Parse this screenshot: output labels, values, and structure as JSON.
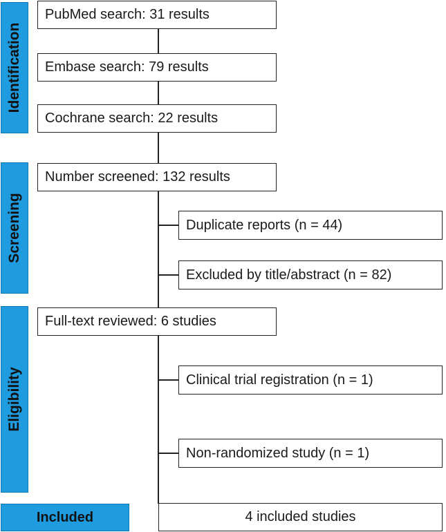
{
  "stages": {
    "identification": "Identification",
    "screening": "Screening",
    "eligibility": "Eligibility",
    "included": "Included"
  },
  "boxes": {
    "pubmed": "PubMed search: 31 results",
    "embase": "Embase search: 79 results",
    "cochrane": "Cochrane search: 22 results",
    "screened": "Number screened: 132 results",
    "duplicates": "Duplicate reports (n = 44)",
    "excluded_title": "Excluded by title/abstract (n = 82)",
    "fulltext": "Full-text reviewed: 6 studies",
    "clinical_trial": "Clinical trial registration (n = 1)",
    "non_randomized": "Non-randomized study (n = 1)",
    "included_studies": "4 included studies"
  },
  "colors": {
    "stage_fill": "#1f9be0",
    "box_border": "#222222"
  }
}
